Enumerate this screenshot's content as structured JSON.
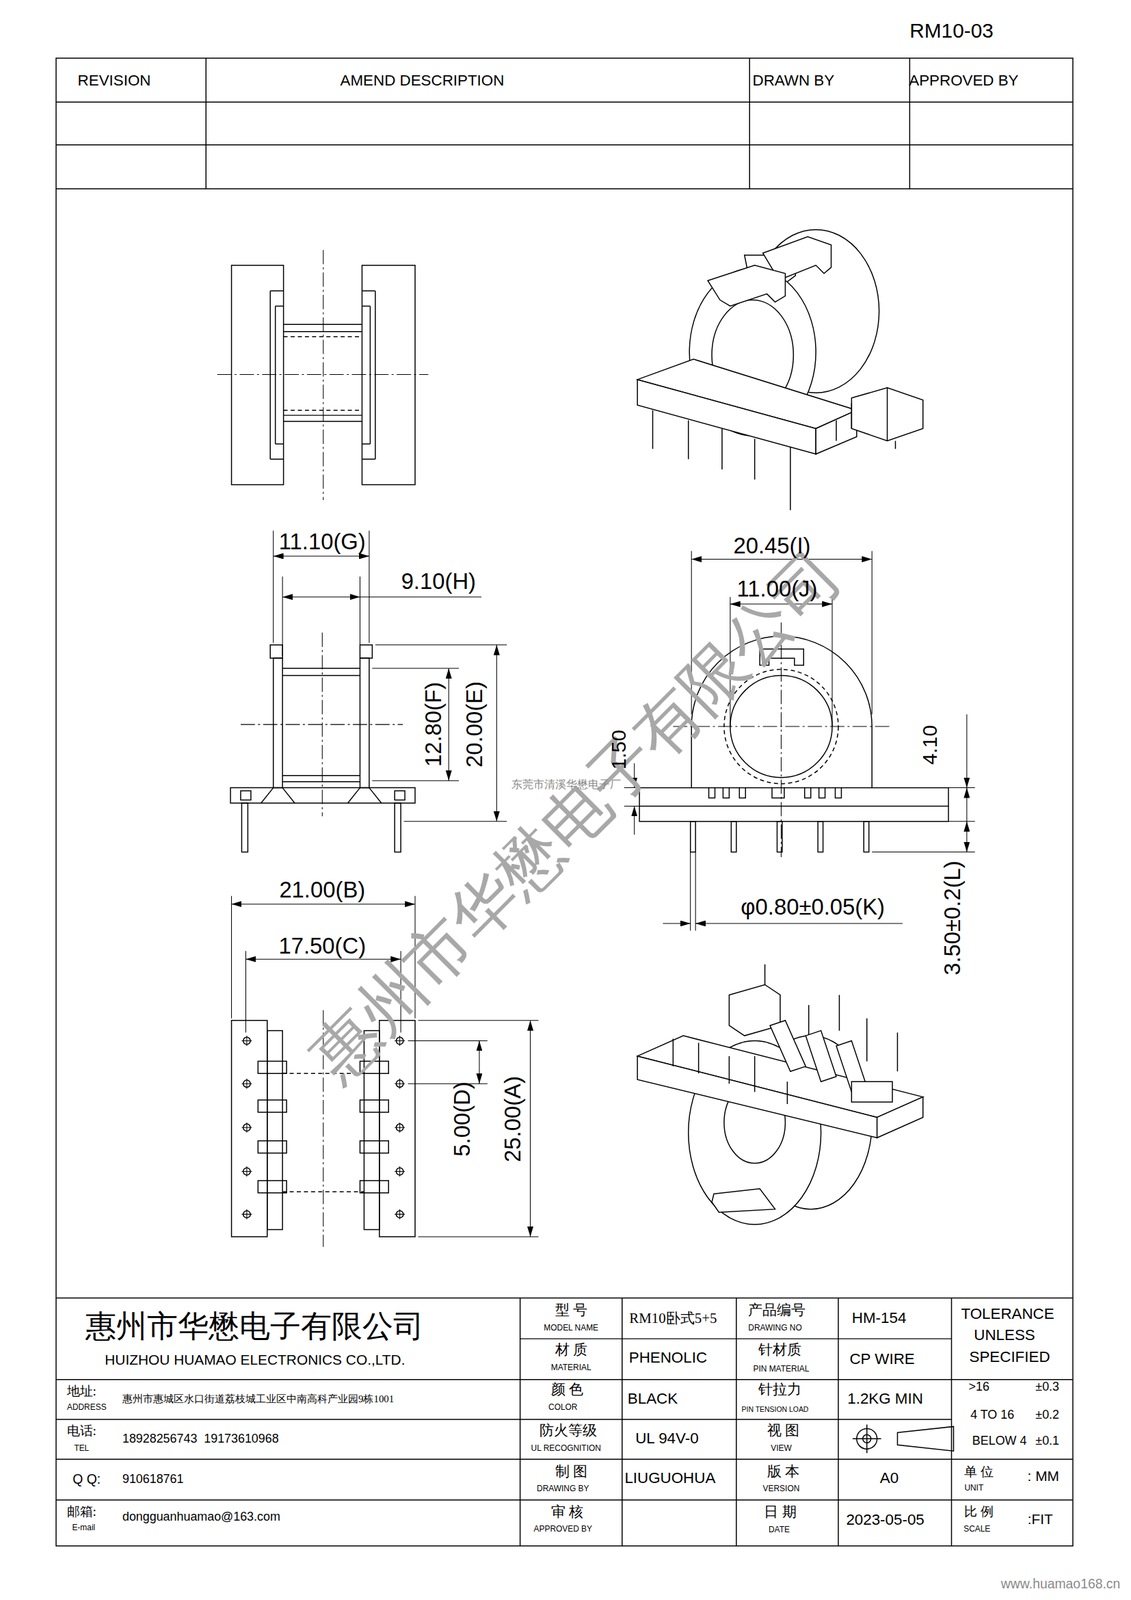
{
  "diagram": {
    "title": "RM10-03",
    "labels": [
      "REVISION",
      "AMEND DESCRIPTION",
      "DRAWN BY",
      "APPROVED BY",
      "惠州市华懋电子有限公司",
      "东莞市清溪华懋电子厂",
      "11.10(G)",
      "9.10(H)",
      "20.45(I)",
      "11.00(J)",
      "12.80(F)",
      "20.00(E)",
      "1.50",
      "4.10",
      "φ0.80±0.05(K)",
      "21.00(B)",
      "3.50±0.2(L)",
      "17.50(C)",
      "5.00(D)",
      "25.00(A)",
      "惠州市华懋电子有限公司",
      "HUIZHOU HUAMAO ELECTRONICS CO.,LTD.",
      "地址:",
      "ADDRESS",
      "惠州市惠城区水口街道荔枝城工业区中南高科产业园9栋1001",
      "电话:",
      "TEL",
      "18928256743  19173610968",
      "Q Q:",
      "910618761",
      "邮箱:",
      "E-mail",
      "dongguanhuamao@163.com",
      "型 号",
      "MODEL NAME",
      "RM10卧式5+5",
      "产品编号",
      "DRAWING NO",
      "HM-154",
      "材 质",
      "MATERIAL",
      "PHENOLIC",
      "针材质",
      "PIN MATERIAL",
      "CP WIRE",
      "颜 色",
      "COLOR",
      "BLACK",
      "针拉力",
      "PIN TENSION LOAD",
      "1.2KG MIN",
      "防火等级",
      "UL RECOGNITION",
      "UL 94V-0",
      "视 图",
      "VIEW",
      "制 图",
      "DRAWING BY",
      "LIUGUOHUA",
      "版 本",
      "VERSION",
      "A0",
      "审 核",
      "APPROVED BY",
      "日 期",
      "DATE",
      "2023-05-05",
      "TOLERANCE",
      "UNLESS",
      "SPECIFIED",
      ">16",
      "±0.3",
      "4 TO 16",
      "±0.2",
      "BELOW 4",
      "±0.1",
      "单 位",
      "UNIT",
      ": MM",
      "比 例",
      "SCALE",
      ":FIT",
      "www.huamao168.cn"
    ]
  }
}
